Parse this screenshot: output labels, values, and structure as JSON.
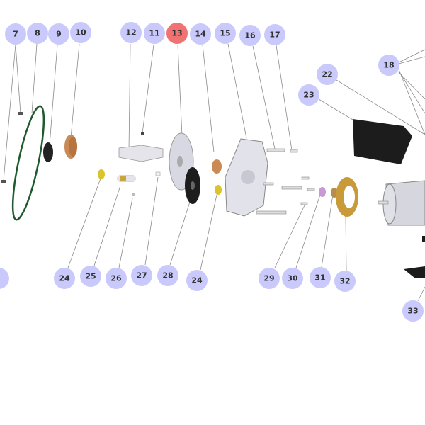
{
  "diagram": {
    "type": "exploded-parts-view",
    "highlighted_part": "13",
    "colors": {
      "callout": "#c9c9fb",
      "callout_highlight": "#f07272",
      "callout_text": "#333333"
    }
  },
  "callouts": {
    "c7": "7",
    "c8": "8",
    "c9": "9",
    "c10": "10",
    "c12": "12",
    "c11": "11",
    "c13": "13",
    "c14": "14",
    "c15": "15",
    "c16": "16",
    "c17": "17",
    "c18": "18",
    "c22": "22",
    "c23": "23",
    "c24a": "24",
    "c25": "25",
    "c26": "26",
    "c27": "27",
    "c28": "28",
    "c24b": "24",
    "c29": "29",
    "c30": "30",
    "c31": "31",
    "c32": "32",
    "c33": "33"
  }
}
